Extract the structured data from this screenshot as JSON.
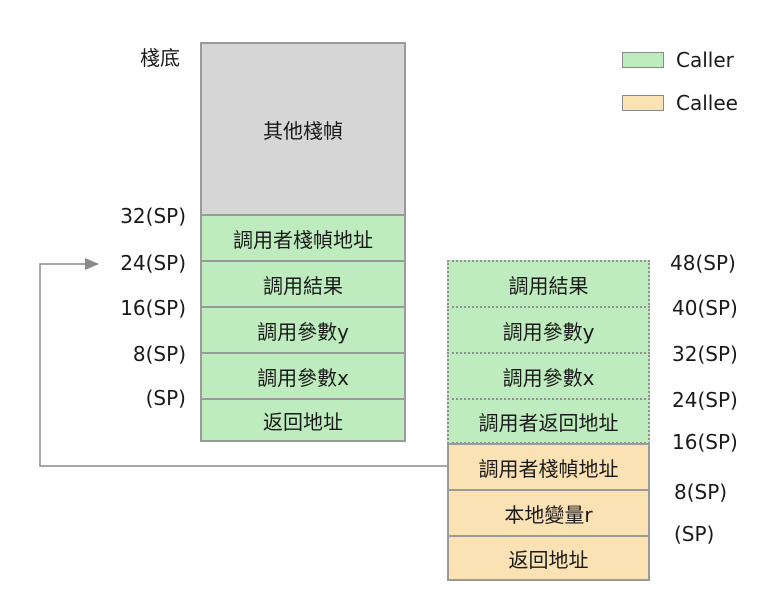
{
  "colors": {
    "caller": "#bfecbf",
    "callee": "#fbe2b4",
    "other": "#d6d6d6",
    "border": "#9a9a9a",
    "arrow": "#8a8a8a"
  },
  "legend": {
    "caller": "Caller",
    "callee": "Callee"
  },
  "left_stack": {
    "bottom_label": "棧底",
    "other_frames": "其他棧幀",
    "cells": [
      "調用者棧幀地址",
      "調用結果",
      "調用參數y",
      "調用參數x",
      "返回地址"
    ],
    "offsets": [
      "32(SP)",
      "24(SP)",
      "16(SP)",
      "8(SP)",
      "(SP)"
    ]
  },
  "right_stack": {
    "caller_cells": [
      "調用結果",
      "調用參數y",
      "調用參數x",
      "調用者返回地址"
    ],
    "callee_cells": [
      "調用者棧幀地址",
      "本地變量r",
      "返回地址"
    ],
    "offsets": [
      "48(SP)",
      "40(SP)",
      "32(SP)",
      "24(SP)",
      "16(SP)",
      "8(SP)",
      "(SP)"
    ]
  }
}
